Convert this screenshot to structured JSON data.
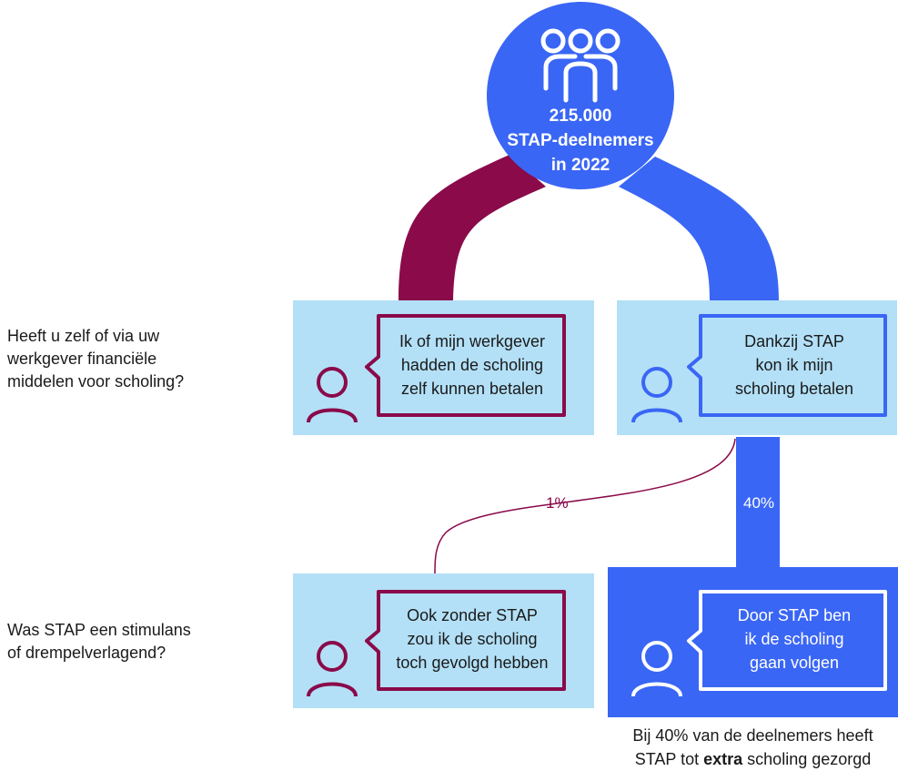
{
  "hub": {
    "line1": "215.000",
    "line2": "STAP-deelnemers",
    "line3": "in 2022",
    "icon": "people-group-icon"
  },
  "questions": {
    "q1_line1": "Heeft u zelf of via uw",
    "q1_line2": "werkgever financiële",
    "q1_line3": "middelen voor scholing?",
    "q2_line1": "Was STAP een stimulans",
    "q2_line2": "of drempelverlagend?"
  },
  "boxes": {
    "top_left": [
      "Ik of mijn werkgever",
      "hadden de scholing",
      "zelf kunnen betalen"
    ],
    "top_right": [
      "Dankzij STAP",
      "kon ik mijn",
      "scholing betalen"
    ],
    "bottom_left": [
      "Ook zonder STAP",
      "zou ik de scholing",
      "toch gevolgd hebben"
    ],
    "bottom_right": [
      "Door STAP ben",
      "ik de scholing",
      "gaan volgen"
    ]
  },
  "flows": {
    "small_label": "1%",
    "large_label": "40%"
  },
  "footnote": {
    "line1": "Bij 40% van de deelnemers heeft",
    "line2_pre": "STAP tot",
    "line2_bold": "extra",
    "line2_post": "scholing gezorgd"
  },
  "colors": {
    "maroon": "#8a0a4a",
    "blue": "#3a66f5",
    "light_blue": "#b3e0f7",
    "dark_blue_box": "#3a66f5",
    "white": "#ffffff"
  }
}
